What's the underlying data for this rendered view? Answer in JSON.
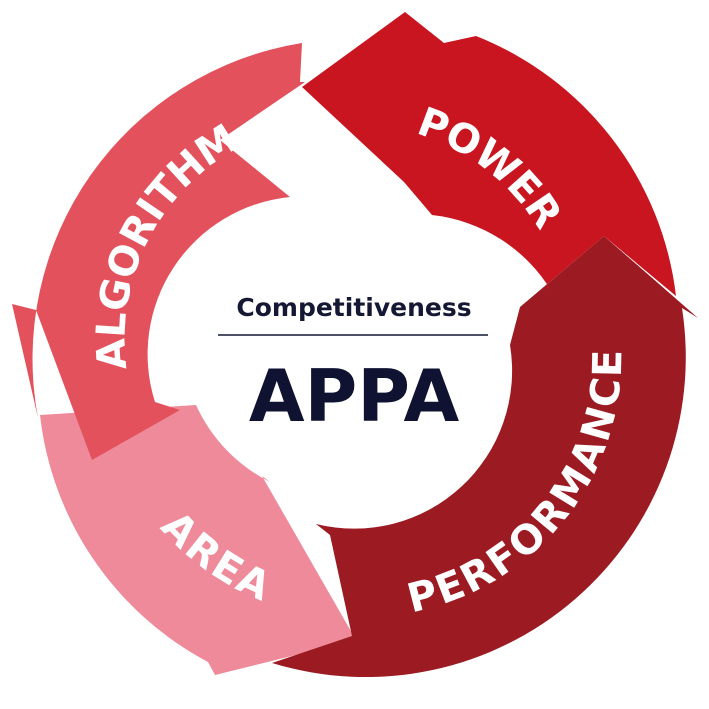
{
  "center": {
    "subtitle": "Competitiveness",
    "title": "APPA"
  },
  "segments": [
    {
      "key": "power",
      "label": "POWER",
      "color": "#c8151f"
    },
    {
      "key": "performance",
      "label": "PERFORMANCE",
      "color": "#9c1b22"
    },
    {
      "key": "area",
      "label": "AREA",
      "color": "#ee8a9a"
    },
    {
      "key": "algorithm",
      "label": "ALGORITHM",
      "color": "#e3525c"
    }
  ],
  "colors": {
    "divider": "#141833",
    "label_text": "#ffffff",
    "background": "#ffffff"
  }
}
